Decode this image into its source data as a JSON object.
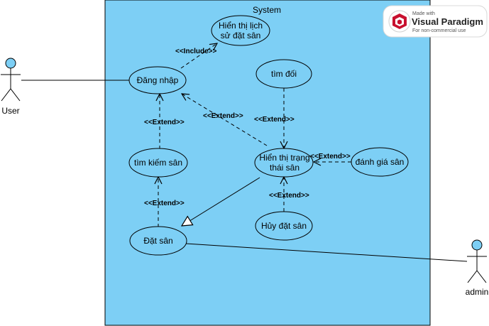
{
  "system": {
    "title": "System"
  },
  "actors": [
    {
      "id": "user",
      "label": "User"
    },
    {
      "id": "admin",
      "label": "admin"
    }
  ],
  "use_cases": [
    {
      "id": "history",
      "line1": "Hiển thị lịch",
      "line2": "sử đặt sân"
    },
    {
      "id": "login",
      "line1": "Đăng nhập"
    },
    {
      "id": "find",
      "line1": "tìm đối"
    },
    {
      "id": "status",
      "line1": "Hiển thị trạng",
      "line2": "thái sân"
    },
    {
      "id": "search",
      "line1": "tìm kiếm sân"
    },
    {
      "id": "rate",
      "line1": "đánh giá sân"
    },
    {
      "id": "cancel",
      "line1": "Hủy đặt sân"
    },
    {
      "id": "book",
      "line1": "Đặt sân"
    }
  ],
  "relations": [
    {
      "type": "include",
      "from": "login",
      "to": "history",
      "stereotype": "<<Include>>"
    },
    {
      "type": "extend",
      "from": "search",
      "to": "login",
      "stereotype": "<<Extend>>"
    },
    {
      "type": "extend",
      "from": "status",
      "to": "login",
      "stereotype": "<<Extend>>"
    },
    {
      "type": "extend",
      "from": "find",
      "to": "status",
      "stereotype": "<<Extend>>"
    },
    {
      "type": "extend",
      "from": "rate",
      "to": "status",
      "stereotype": "<<Extend>>"
    },
    {
      "type": "extend",
      "from": "cancel",
      "to": "status",
      "stereotype": "<<Extend>>"
    },
    {
      "type": "extend",
      "from": "book",
      "to": "search",
      "stereotype": "<<Extend>>"
    },
    {
      "type": "generalization",
      "from": "status",
      "to": "book"
    },
    {
      "type": "association",
      "from": "user",
      "to": "login"
    },
    {
      "type": "association",
      "from": "admin",
      "to": "book"
    }
  ],
  "watermark": {
    "made_with": "Made with",
    "brand": "Visual Paradigm",
    "note": "For non-commercial use"
  },
  "colors": {
    "system_fill": "#7dcff5",
    "use_case_fill": "#7dcff5",
    "actor_fill": "#7dcff5",
    "line": "#000000"
  }
}
